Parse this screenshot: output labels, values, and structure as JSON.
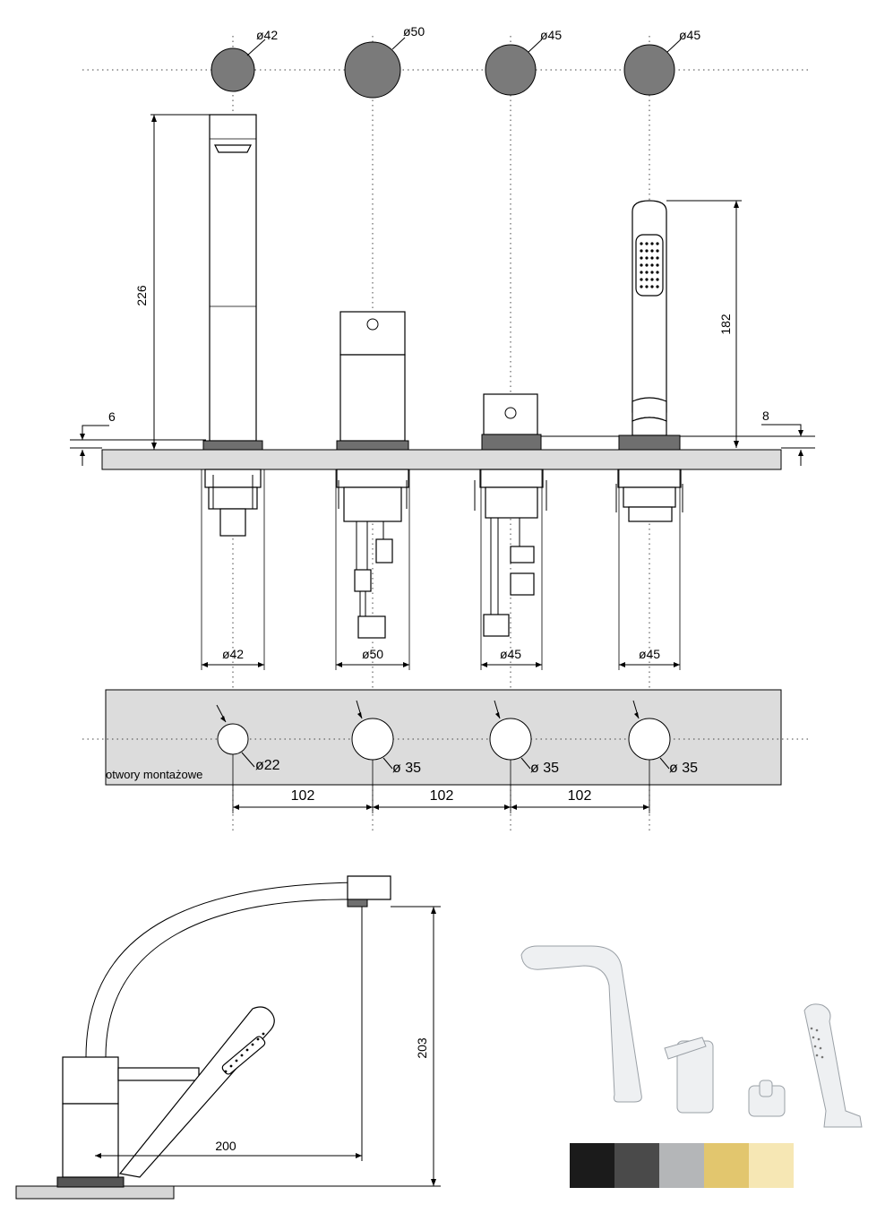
{
  "top_diameters": [
    "ø42",
    "ø50",
    "ø45",
    "ø45"
  ],
  "body_diameters": [
    "ø42",
    "ø50",
    "ø45",
    "ø45"
  ],
  "hole_diameters": [
    "ø22",
    "ø 35",
    "ø 35",
    "ø 35"
  ],
  "spacings": [
    "102",
    "102",
    "102"
  ],
  "height_spout": "226",
  "height_handshower": "182",
  "offset_left": "6",
  "offset_right": "8",
  "mounting_label": "otwory montażowe",
  "side_height": "203",
  "side_reach": "200",
  "finishes": [
    {
      "name": "black",
      "color": "#1b1b1b"
    },
    {
      "name": "graphite",
      "color": "#4a4a4a"
    },
    {
      "name": "chrome",
      "color": "#b4b6b8"
    },
    {
      "name": "gold",
      "color": "#e2c66e"
    },
    {
      "name": "light-gold",
      "color": "#f6e7b4"
    }
  ]
}
